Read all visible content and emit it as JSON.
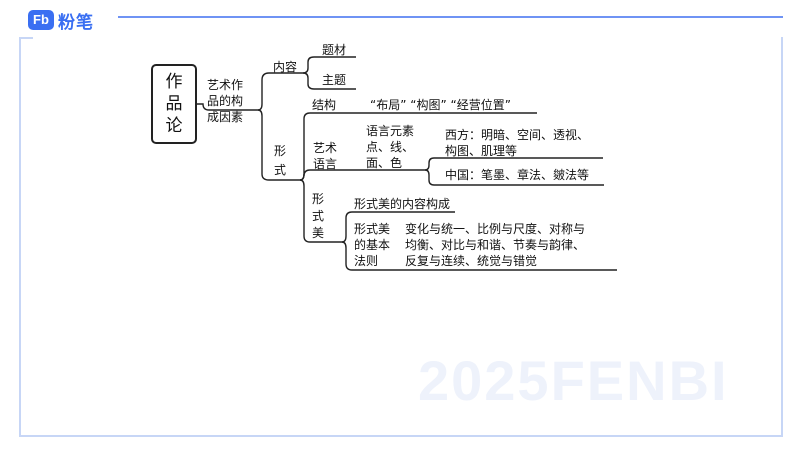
{
  "brand": {
    "logo_mark": "Fb",
    "logo_text": "粉笔"
  },
  "watermark": "2025FENBI",
  "mindmap": {
    "root": [
      "作",
      "品",
      "论"
    ],
    "branch": [
      "艺术作",
      "品的构",
      "成因素"
    ],
    "content": {
      "label": "内容",
      "items": [
        "题材",
        "主题"
      ]
    },
    "form": {
      "label": [
        "形",
        "式"
      ],
      "structure": {
        "label": "结构",
        "value": "“布局”  “构图”  “经营位置”"
      },
      "art_language": {
        "label": [
          "艺术",
          "语言"
        ],
        "elements": [
          "语言元素",
          "点、线、",
          "面、色"
        ],
        "west": [
          "西方：明暗、空间、透视、",
          "构图、肌理等"
        ],
        "china": "中国：笔墨、章法、皴法等"
      },
      "formal_beauty": {
        "label": [
          "形",
          "式",
          "美"
        ],
        "composition": "形式美的内容构成",
        "laws_label": [
          "形式美",
          "的基本",
          "法则"
        ],
        "laws": [
          "变化与统一、比例与尺度、对称与",
          "均衡、对比与和谐、节奏与韵律、",
          "反复与连续、统觉与错觉"
        ]
      }
    }
  }
}
